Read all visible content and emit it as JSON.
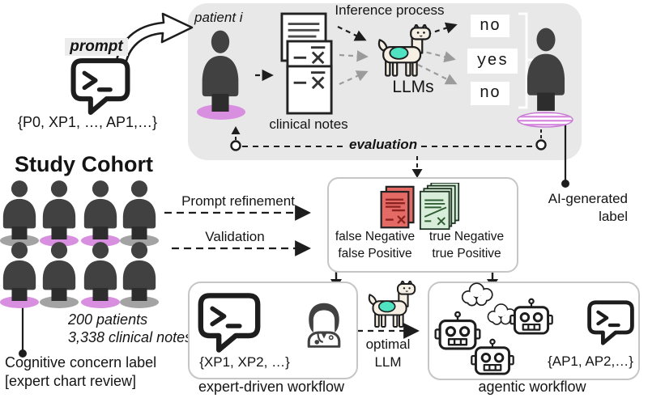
{
  "figure": {
    "prompt": {
      "label": "prompt",
      "set": "{P0, XP1, …, AP1,…}"
    },
    "inference": {
      "title": "Inference process",
      "patient": "patient i",
      "notes": "clinical notes",
      "llms": "LLMs",
      "outputs": [
        "no",
        "yes",
        "no"
      ],
      "evaluation": "evaluation"
    },
    "cohort": {
      "title": "Study Cohort",
      "stat1": "200 patients",
      "stat2": "3,338 clinical notes",
      "label1": "Cognitive concern label",
      "label2": "[expert chart review]",
      "ellipse_rows": [
        [
          "gray",
          "purple",
          "purple",
          "gray"
        ],
        [
          "purple",
          "gray",
          "purple",
          "gray"
        ]
      ]
    },
    "loop": {
      "refine": "Prompt refinement",
      "validate": "Validation"
    },
    "results": {
      "fn": "false Negative",
      "fp": "false Positive",
      "tn": "true Negative",
      "tp": "true Positive"
    },
    "ai_label": {
      "line1": "AI-generated",
      "line2": "label"
    },
    "expert": {
      "set": "{XP1, XP2, …}",
      "caption": "expert-driven workflow"
    },
    "optimal": {
      "line1": "optimal",
      "line2": "LLM"
    },
    "agentic": {
      "set": "{AP1, AP2,…}",
      "caption": "agentic workflow"
    }
  },
  "colors": {
    "panel": "#e8e8e8",
    "person": "#414141",
    "purple": "#d98fdf",
    "grayEllipse": "#a3a3a3",
    "red": "#e46a66",
    "redline": "#8c2320",
    "green": "#d9eeda",
    "greenline": "#2f5d33",
    "saddle": "#4fe3c1",
    "ink": "#1d1d1d",
    "grayArrow": "#9b9b9b",
    "boxBorder": "#c6c6c6"
  }
}
